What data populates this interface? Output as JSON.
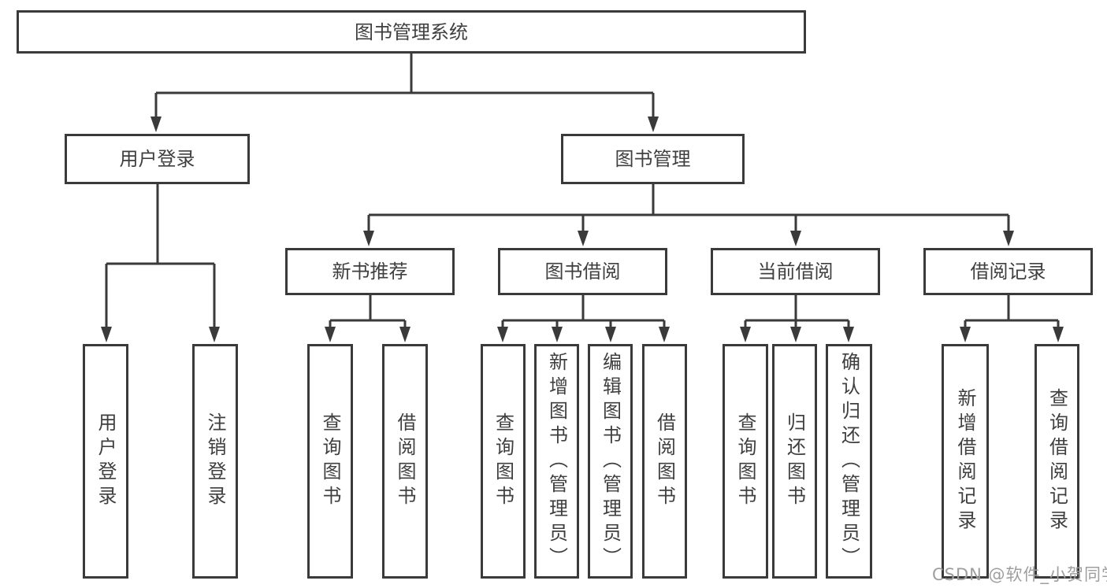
{
  "colors": {
    "line": "#3a3a3a",
    "text": "#3f3f3f",
    "watermark": "#9e9e9e",
    "background": "#ffffff"
  },
  "tree": {
    "root": {
      "label": "图书管理系统",
      "children": [
        {
          "label": "用户登录",
          "children": [
            {
              "label": "用户登录"
            },
            {
              "label": "注销登录"
            }
          ]
        },
        {
          "label": "图书管理",
          "children": [
            {
              "label": "新书推荐",
              "children": [
                {
                  "label": "查询图书"
                },
                {
                  "label": "借阅图书"
                }
              ]
            },
            {
              "label": "图书借阅",
              "children": [
                {
                  "label": "查询图书"
                },
                {
                  "label": "新增图书（管理员）"
                },
                {
                  "label": "编辑图书（管理员）"
                },
                {
                  "label": "借阅图书"
                }
              ]
            },
            {
              "label": "当前借阅",
              "children": [
                {
                  "label": "查询图书"
                },
                {
                  "label": "归还图书"
                },
                {
                  "label": "确认归还（管理员）"
                }
              ]
            },
            {
              "label": "借阅记录",
              "children": [
                {
                  "label": "新增借阅记录"
                },
                {
                  "label": "查询借阅记录"
                }
              ]
            }
          ]
        }
      ]
    }
  },
  "watermark": {
    "text": "CSDN @软件_小贺同学"
  }
}
